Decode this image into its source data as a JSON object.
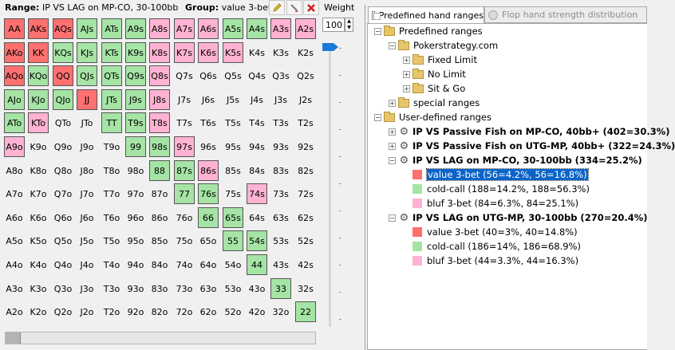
{
  "header": {
    "range_label": "Range:",
    "range_value": "IP VS LAG on MP-CO, 30-100bb",
    "group_label": "Group:",
    "group_value": "value 3-bet"
  },
  "toolbar": {
    "edit_icon": "pencil-icon",
    "clear_icon": "paint-icon",
    "delete_icon": "red-x-icon"
  },
  "weight": {
    "label": "Weight",
    "value": "100"
  },
  "colors": {
    "value_3bet": "#ff7070",
    "cold_call": "#a5e4a5",
    "bluf_3bet": "#ffb2d2"
  },
  "matrix": [
    [
      [
        "AA",
        "r"
      ],
      [
        "AKs",
        "r"
      ],
      [
        "AQs",
        "r"
      ],
      [
        "AJs",
        "g"
      ],
      [
        "ATs",
        "g"
      ],
      [
        "A9s",
        "g"
      ],
      [
        "A8s",
        "p"
      ],
      [
        "A7s",
        "p"
      ],
      [
        "A6s",
        "p"
      ],
      [
        "A5s",
        "g"
      ],
      [
        "A4s",
        "g"
      ],
      [
        "A3s",
        "p"
      ],
      [
        "A2s",
        "p"
      ]
    ],
    [
      [
        "AKo",
        "r"
      ],
      [
        "KK",
        "r"
      ],
      [
        "KQs",
        "g"
      ],
      [
        "KJs",
        "g"
      ],
      [
        "KTs",
        "g"
      ],
      [
        "K9s",
        "g"
      ],
      [
        "K8s",
        "p"
      ],
      [
        "K7s",
        "p"
      ],
      [
        "K6s",
        "p"
      ],
      [
        "K5s",
        "p"
      ],
      [
        "K4s",
        ""
      ],
      [
        "K3s",
        ""
      ],
      [
        "K2s",
        ""
      ]
    ],
    [
      [
        "AQo",
        "r"
      ],
      [
        "KQo",
        "g"
      ],
      [
        "QQ",
        "r"
      ],
      [
        "QJs",
        "g"
      ],
      [
        "QTs",
        "g"
      ],
      [
        "Q9s",
        "g"
      ],
      [
        "Q8s",
        "p"
      ],
      [
        "Q7s",
        ""
      ],
      [
        "Q6s",
        ""
      ],
      [
        "Q5s",
        ""
      ],
      [
        "Q4s",
        ""
      ],
      [
        "Q3s",
        ""
      ],
      [
        "Q2s",
        ""
      ]
    ],
    [
      [
        "AJo",
        "g"
      ],
      [
        "KJo",
        "g"
      ],
      [
        "QJo",
        "g"
      ],
      [
        "JJ",
        "r"
      ],
      [
        "JTs",
        "g"
      ],
      [
        "J9s",
        "g"
      ],
      [
        "J8s",
        "p"
      ],
      [
        "J7s",
        ""
      ],
      [
        "J6s",
        ""
      ],
      [
        "J5s",
        ""
      ],
      [
        "J4s",
        ""
      ],
      [
        "J3s",
        ""
      ],
      [
        "J2s",
        ""
      ]
    ],
    [
      [
        "ATo",
        "g"
      ],
      [
        "KTo",
        "p"
      ],
      [
        "QTo",
        ""
      ],
      [
        "JTo",
        ""
      ],
      [
        "TT",
        "g"
      ],
      [
        "T9s",
        "g"
      ],
      [
        "T8s",
        "p"
      ],
      [
        "T7s",
        ""
      ],
      [
        "T6s",
        ""
      ],
      [
        "T5s",
        ""
      ],
      [
        "T4s",
        ""
      ],
      [
        "T3s",
        ""
      ],
      [
        "T2s",
        ""
      ]
    ],
    [
      [
        "A9o",
        "p"
      ],
      [
        "K9o",
        ""
      ],
      [
        "Q9o",
        ""
      ],
      [
        "J9o",
        ""
      ],
      [
        "T9o",
        ""
      ],
      [
        "99",
        "g"
      ],
      [
        "98s",
        "g"
      ],
      [
        "97s",
        "p"
      ],
      [
        "96s",
        ""
      ],
      [
        "95s",
        ""
      ],
      [
        "94s",
        ""
      ],
      [
        "93s",
        ""
      ],
      [
        "92s",
        ""
      ]
    ],
    [
      [
        "A8o",
        ""
      ],
      [
        "K8o",
        ""
      ],
      [
        "Q8o",
        ""
      ],
      [
        "J8o",
        ""
      ],
      [
        "T8o",
        ""
      ],
      [
        "98o",
        ""
      ],
      [
        "88",
        "g"
      ],
      [
        "87s",
        "g"
      ],
      [
        "86s",
        "p"
      ],
      [
        "85s",
        ""
      ],
      [
        "84s",
        ""
      ],
      [
        "83s",
        ""
      ],
      [
        "82s",
        ""
      ]
    ],
    [
      [
        "A7o",
        ""
      ],
      [
        "K7o",
        ""
      ],
      [
        "Q7o",
        ""
      ],
      [
        "J7o",
        ""
      ],
      [
        "T7o",
        ""
      ],
      [
        "97o",
        ""
      ],
      [
        "87o",
        ""
      ],
      [
        "77",
        "g"
      ],
      [
        "76s",
        "g"
      ],
      [
        "75s",
        ""
      ],
      [
        "74s",
        "p"
      ],
      [
        "73s",
        ""
      ],
      [
        "72s",
        ""
      ]
    ],
    [
      [
        "A6o",
        ""
      ],
      [
        "K6o",
        ""
      ],
      [
        "Q6o",
        ""
      ],
      [
        "J6o",
        ""
      ],
      [
        "T6o",
        ""
      ],
      [
        "96o",
        ""
      ],
      [
        "86o",
        ""
      ],
      [
        "76o",
        ""
      ],
      [
        "66",
        "g"
      ],
      [
        "65s",
        "g"
      ],
      [
        "64s",
        ""
      ],
      [
        "63s",
        ""
      ],
      [
        "62s",
        ""
      ]
    ],
    [
      [
        "A5o",
        ""
      ],
      [
        "K5o",
        ""
      ],
      [
        "Q5o",
        ""
      ],
      [
        "J5o",
        ""
      ],
      [
        "T5o",
        ""
      ],
      [
        "95o",
        ""
      ],
      [
        "85o",
        ""
      ],
      [
        "75o",
        ""
      ],
      [
        "65o",
        ""
      ],
      [
        "55",
        "g"
      ],
      [
        "54s",
        "g"
      ],
      [
        "53s",
        ""
      ],
      [
        "52s",
        ""
      ]
    ],
    [
      [
        "A4o",
        ""
      ],
      [
        "K4o",
        ""
      ],
      [
        "Q4o",
        ""
      ],
      [
        "J4o",
        ""
      ],
      [
        "T4o",
        ""
      ],
      [
        "94o",
        ""
      ],
      [
        "84o",
        ""
      ],
      [
        "74o",
        ""
      ],
      [
        "64o",
        ""
      ],
      [
        "54o",
        ""
      ],
      [
        "44",
        "g"
      ],
      [
        "43s",
        ""
      ],
      [
        "42s",
        ""
      ]
    ],
    [
      [
        "A3o",
        ""
      ],
      [
        "K3o",
        ""
      ],
      [
        "Q3o",
        ""
      ],
      [
        "J3o",
        ""
      ],
      [
        "T3o",
        ""
      ],
      [
        "93o",
        ""
      ],
      [
        "83o",
        ""
      ],
      [
        "73o",
        ""
      ],
      [
        "63o",
        ""
      ],
      [
        "53o",
        ""
      ],
      [
        "43o",
        ""
      ],
      [
        "33",
        "g"
      ],
      [
        "32s",
        ""
      ]
    ],
    [
      [
        "A2o",
        ""
      ],
      [
        "K2o",
        ""
      ],
      [
        "Q2o",
        ""
      ],
      [
        "J2o",
        ""
      ],
      [
        "T2o",
        ""
      ],
      [
        "92o",
        ""
      ],
      [
        "82o",
        ""
      ],
      [
        "72o",
        ""
      ],
      [
        "62o",
        ""
      ],
      [
        "52o",
        ""
      ],
      [
        "42o",
        ""
      ],
      [
        "32o",
        ""
      ],
      [
        "22",
        "g"
      ]
    ]
  ],
  "tabs": [
    {
      "label": "Predefined hand ranges",
      "active": true
    },
    {
      "label": "Flop hand strength distribution",
      "active": false
    }
  ],
  "tree": [
    {
      "label": "Predefined ranges",
      "type": "folder",
      "expander": "−"
    },
    {
      "label": "Pokerstrategy.com",
      "type": "folder",
      "expander": "−"
    },
    {
      "label": "Fixed Limit",
      "type": "folder",
      "expander": "+"
    },
    {
      "label": "No Limit",
      "type": "folder",
      "expander": "+"
    },
    {
      "label": "Sit & Go",
      "type": "folder",
      "expander": "+"
    },
    {
      "label": "special ranges",
      "type": "folder",
      "expander": "+"
    },
    {
      "label": "User-defined ranges",
      "type": "folder",
      "expander": "−"
    },
    {
      "label": "IP VS Passive Fish on MP-CO, 40bb+ (402=30.3%)",
      "type": "range",
      "expander": "+"
    },
    {
      "label": "IP VS Passive Fish on UTG-MP, 40bb+ (322=24.3%)",
      "type": "range",
      "expander": "+"
    },
    {
      "label": "IP VS LAG on MP-CO, 30-100bb (334=25.2%)",
      "type": "range",
      "expander": "−"
    },
    {
      "label": "value 3-bet (56=4.2%, 56=16.8%)",
      "type": "group",
      "color": "#ff7070",
      "selected": true
    },
    {
      "label": "cold-call (188=14.2%, 188=56.3%)",
      "type": "group",
      "color": "#a5e4a5"
    },
    {
      "label": "bluf 3-bet (84=6.3%, 84=25.1%)",
      "type": "group",
      "color": "#ffb2d2"
    },
    {
      "label": "IP VS LAG on UTG-MP, 30-100bb (270=20.4%)",
      "type": "range",
      "expander": "−"
    },
    {
      "label": "value 3-bet (40=3%, 40=14.8%)",
      "type": "group",
      "color": "#ff7070"
    },
    {
      "label": "cold-call (186=14%, 186=68.9%)",
      "type": "group",
      "color": "#a5e4a5"
    },
    {
      "label": "bluf 3-bet (44=3.3%, 44=16.3%)",
      "type": "group",
      "color": "#ffb2d2"
    }
  ]
}
